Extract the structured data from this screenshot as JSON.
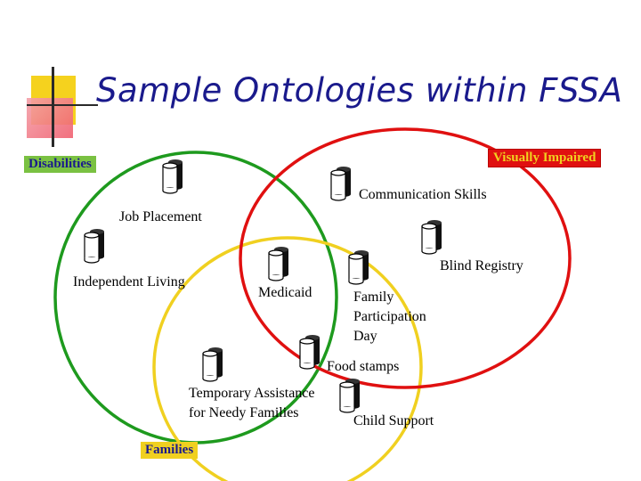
{
  "title": "Sample Ontologies within FSSA",
  "colors": {
    "title": "#1a1a8c",
    "disabilities_circle": "#1e9a1e",
    "visually_impaired_circle": "#e01010",
    "families_circle": "#f0d020",
    "disabilities_badge_bg": "#7ac142",
    "disabilities_badge_text": "#1a1a8c",
    "visually_impaired_badge_bg": "#e01010",
    "visually_impaired_badge_text": "#f0d020",
    "families_badge_bg": "#f0d020",
    "families_badge_text": "#1a1a8c"
  },
  "groups": {
    "disabilities": "Disabilities",
    "visually_impaired": "Visually Impaired",
    "families": "Families"
  },
  "ontologies": {
    "communication_skills": "Communication Skills",
    "job_placement": "Job Placement",
    "independent_living": "Independent Living",
    "medicaid": "Medicaid",
    "blind_registry": "Blind Registry",
    "family_participation_day": [
      "Family",
      "Participation",
      "Day"
    ],
    "food_stamps": "Food stamps",
    "temporary_assistance": [
      "Temporary Assistance",
      "for Needy Families"
    ],
    "child_support": "Child Support"
  },
  "icons": {
    "ontology": "database-cylinder-icon"
  }
}
